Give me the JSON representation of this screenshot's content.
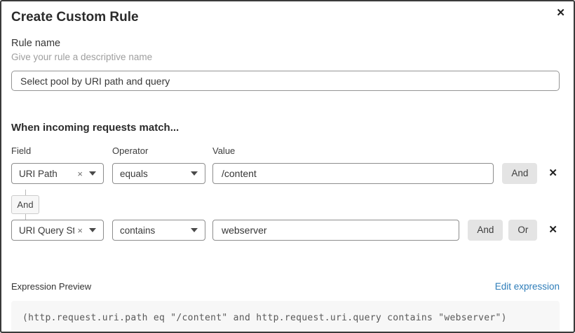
{
  "dialog": {
    "title": "Create Custom Rule"
  },
  "icons": {
    "close": "✕",
    "clear": "×"
  },
  "rule_name": {
    "label": "Rule name",
    "hint": "Give your rule a descriptive name",
    "value": "Select pool by URI path and query"
  },
  "match_builder": {
    "heading": "When incoming requests match...",
    "column_labels": {
      "field": "Field",
      "operator": "Operator",
      "value": "Value"
    },
    "connector_label": "And",
    "rows": [
      {
        "field": "URI Path",
        "operator": "equals",
        "value": "/content",
        "and_label": "And"
      },
      {
        "field": "URI Query St...",
        "operator": "contains",
        "value": "webserver",
        "and_label": "And",
        "or_label": "Or"
      }
    ]
  },
  "expression_preview": {
    "label": "Expression Preview",
    "edit_link": "Edit expression",
    "expression": "(http.request.uri.path eq \"/content\" and http.request.uri.query contains \"webserver\")"
  },
  "colors": {
    "border": "#3a3a3a",
    "button_bg": "#e4e4e4",
    "code_bg": "#f7f7f7",
    "link": "#2e7db9",
    "muted_text": "#9e9e9e"
  }
}
